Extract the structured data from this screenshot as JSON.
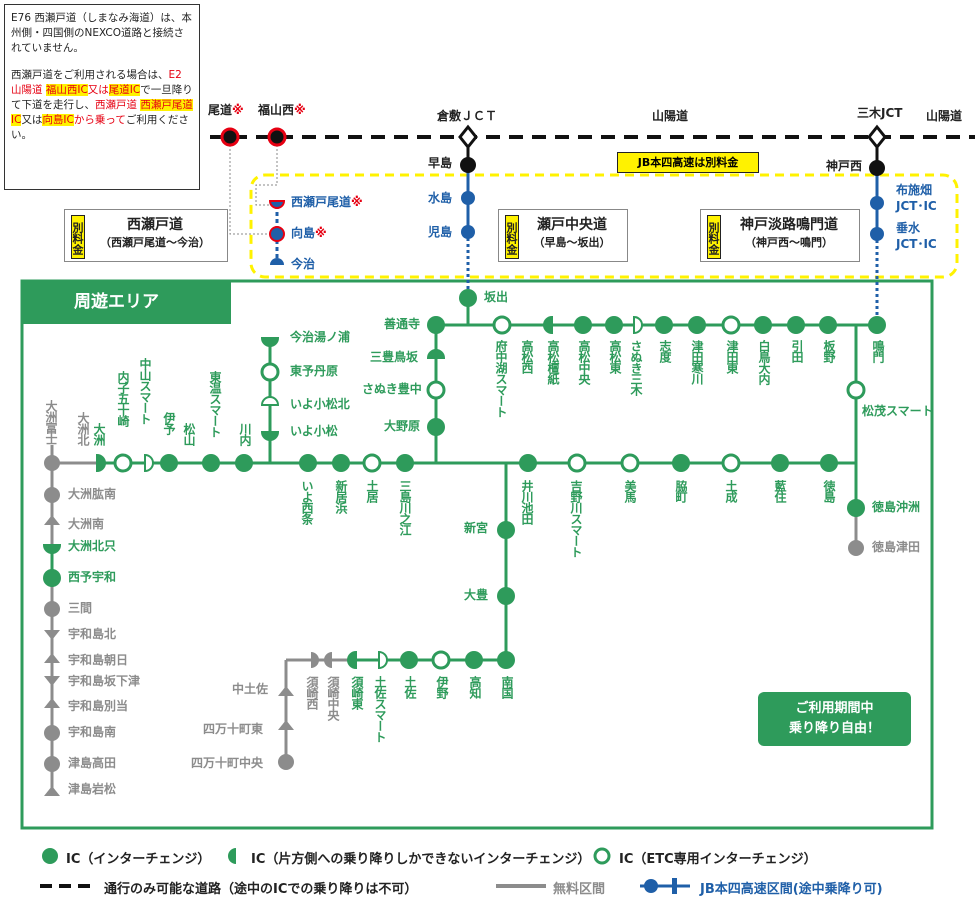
{
  "note": {
    "p1": "E76 西瀬戸道（しまなみ海道）は、本州側・四国側のNEXCO道路と接続されていません。",
    "p2_a": "西瀬戸道をご利用される場合は、",
    "p2_b": "E2 山陽道",
    "p2_c": "福山西IC",
    "p2_d": "又は",
    "p2_e": "尾道IC",
    "p2_f": "で一旦降りて下道を走行し、",
    "p2_g": "西瀬戸道",
    "p2_h": "西瀬戸尾道IC",
    "p2_i": "又は",
    "p2_j": "向島IC",
    "p2_k": "から乗って",
    "p2_l": "ご利用ください。"
  },
  "highways": {
    "sanyo_left": "山陽道",
    "sanyo_right": "山陽道",
    "kurashiki_jct": "倉敷ＪＣＴ",
    "miki_jct": "三木JCT"
  },
  "jb_banner": "JB本四高速は別料金",
  "roads": [
    {
      "tag": "別料金",
      "title": "西瀬戸道",
      "sub": "（西瀬戸尾道〜今治）"
    },
    {
      "tag": "別料金",
      "title": "瀬戸中央道",
      "sub": "（早島〜坂出）"
    },
    {
      "tag": "別料金",
      "title": "神戸淡路鳴門道",
      "sub": "（神戸西〜鳴門）"
    }
  ],
  "area_title": "周遊エリア",
  "free_box": {
    "line1": "ご利用期間中",
    "line2": "乗り降り自由！"
  },
  "colors": {
    "green": "#2e9b5b",
    "gray": "#8c8c8c",
    "blue": "#1f5fa8",
    "black": "#111111",
    "red": "#e60012",
    "yellow": "#fff200"
  },
  "labels": {
    "onomichi": "尾道",
    "fukuyamanishi": "福山西",
    "mark": "※",
    "hayashima": "早島",
    "mizushima": "水島",
    "kojima": "児島",
    "sakaide": "坂出",
    "kobenishi": "神戸西",
    "fuseba": "布施畑",
    "jct_ic": "JCT･IC",
    "tarumi": "垂水",
    "nishiseto_onomichi": "西瀬戸尾道",
    "mukaishima": "向島",
    "imabari": "今治",
    "zentsuji": "善通寺",
    "sanbonmatsu": "三豊鳥坂",
    "sanuki_toyonaka": "さぬき豊中",
    "onohara": "大野原",
    "fuchu_ko": "府中湖スマート",
    "takamatsu_nishi": "高松西",
    "takamatsu_dan": "高松檀紙",
    "takamatsu_chuo": "高松中央",
    "takamatsu_higashi": "高松東",
    "sanuki_miki": "さぬき三木",
    "shido": "志度",
    "tsuda_samu": "津田寒川",
    "tsuda_higashi": "津田東",
    "shirotori": "白鳥大内",
    "hiketa": "引田",
    "itano": "板野",
    "naruto": "鳴門",
    "matsushige": "松茂スマート",
    "tokushima_okinosu": "徳島沖洲",
    "tokushima_tsuda": "徳島津田",
    "imabari_yunoura": "今治湯ノ浦",
    "toyo_tanbara": "東予丹原",
    "iyo_komatsu_kita": "いよ小松北",
    "iyo_komatsu": "いよ小松",
    "iyo_saijo": "いよ西条",
    "niihama": "新居浜",
    "doi": "土居",
    "mishima": "三島川之江",
    "ikawa": "井川池田",
    "yoshinogawa": "吉野川スマート",
    "mima": "美馬",
    "wakimachi": "脇町",
    "donari": "土成",
    "aizumi": "藍住",
    "tokushima": "徳島",
    "ozu_tomi": "大洲富士",
    "ozu_kita": "大洲北",
    "ozu": "大洲",
    "uchiko": "内子五十崎",
    "nakayama": "中山スマート",
    "iyo": "伊予",
    "matsuyama": "松山",
    "kawauchi": "川内",
    "toon": "東温スマート",
    "ozu_hiranan": "大洲肱南",
    "ozu_minami": "大洲南",
    "ozu_kitatada": "大洲北只",
    "seiyo_uwa": "西予宇和",
    "mima2": "三間",
    "uwajima_kita": "宇和島北",
    "uwajima_asahi": "宇和島朝日",
    "uwajima_sakashita": "宇和島坂下津",
    "uwajima_betto": "宇和島別当",
    "uwajima_minami": "宇和島南",
    "tsushima_takada": "津島高田",
    "tsushima_iwamatsu": "津島岩松",
    "shingu": "新宮",
    "otoyo": "大豊",
    "nangoku": "南国",
    "kochi": "高知",
    "ino": "伊野",
    "tosa": "土佐",
    "tosa_smart": "土佐スマート",
    "susaki_higashi": "須崎東",
    "susaki_chuo": "須崎中央",
    "susaki_nishi": "須崎西",
    "nakatosa": "中土佐",
    "shimanto_higashi": "四万十町東",
    "shimanto_chuo": "四万十町中央"
  },
  "legend": {
    "ic": "IC（インターチェンジ）",
    "half_ic": "IC（片方側への乗り降りしかできないインターチェンジ）",
    "etc_ic": "IC（ETC専用インターチェンジ）",
    "pass_only": "通行のみ可能な道路（途中のICでの乗り降りは不可）",
    "free": "無料区間",
    "jb": "JB本四高速区間(途中乗降り可)"
  }
}
